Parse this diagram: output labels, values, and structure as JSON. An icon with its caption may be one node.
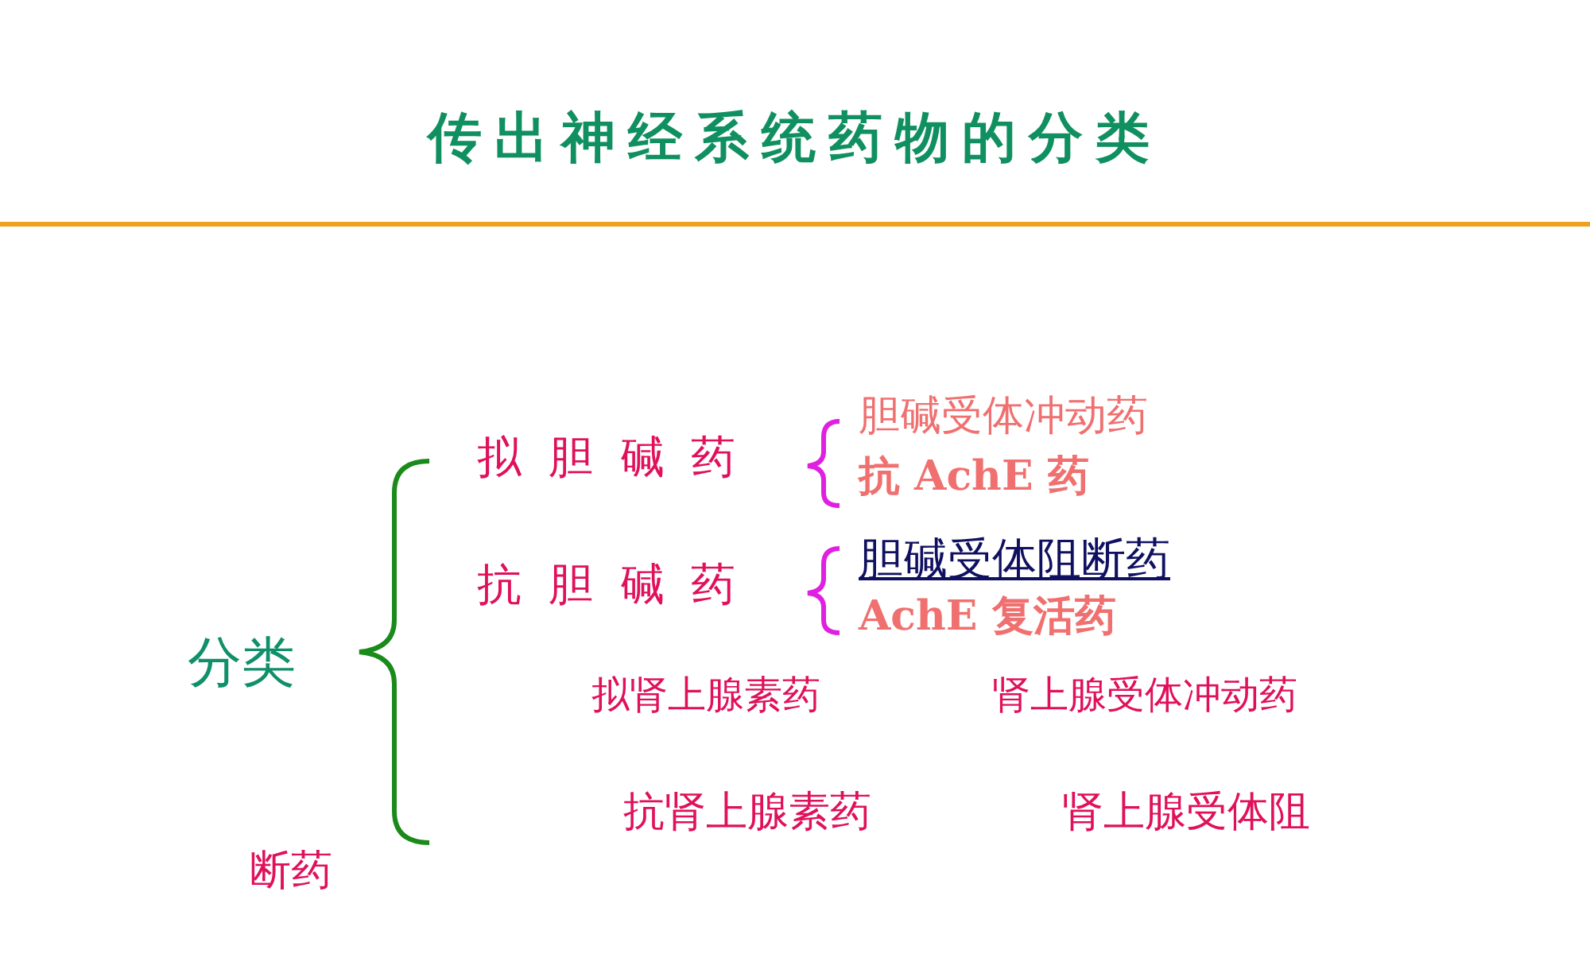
{
  "diagram": {
    "title": "传出神经系统药物的分类",
    "labels": [
      "分类",
      "拟 胆 碱 药",
      "胆碱受体冲动药",
      "抗 AchE 药",
      "抗 胆 碱 药",
      "胆碱受体阻断药",
      "AchE 复活药",
      "拟肾上腺素药",
      "肾上腺受体冲动药",
      "抗肾上腺素药",
      "肾上腺受体阻",
      "断药"
    ]
  }
}
